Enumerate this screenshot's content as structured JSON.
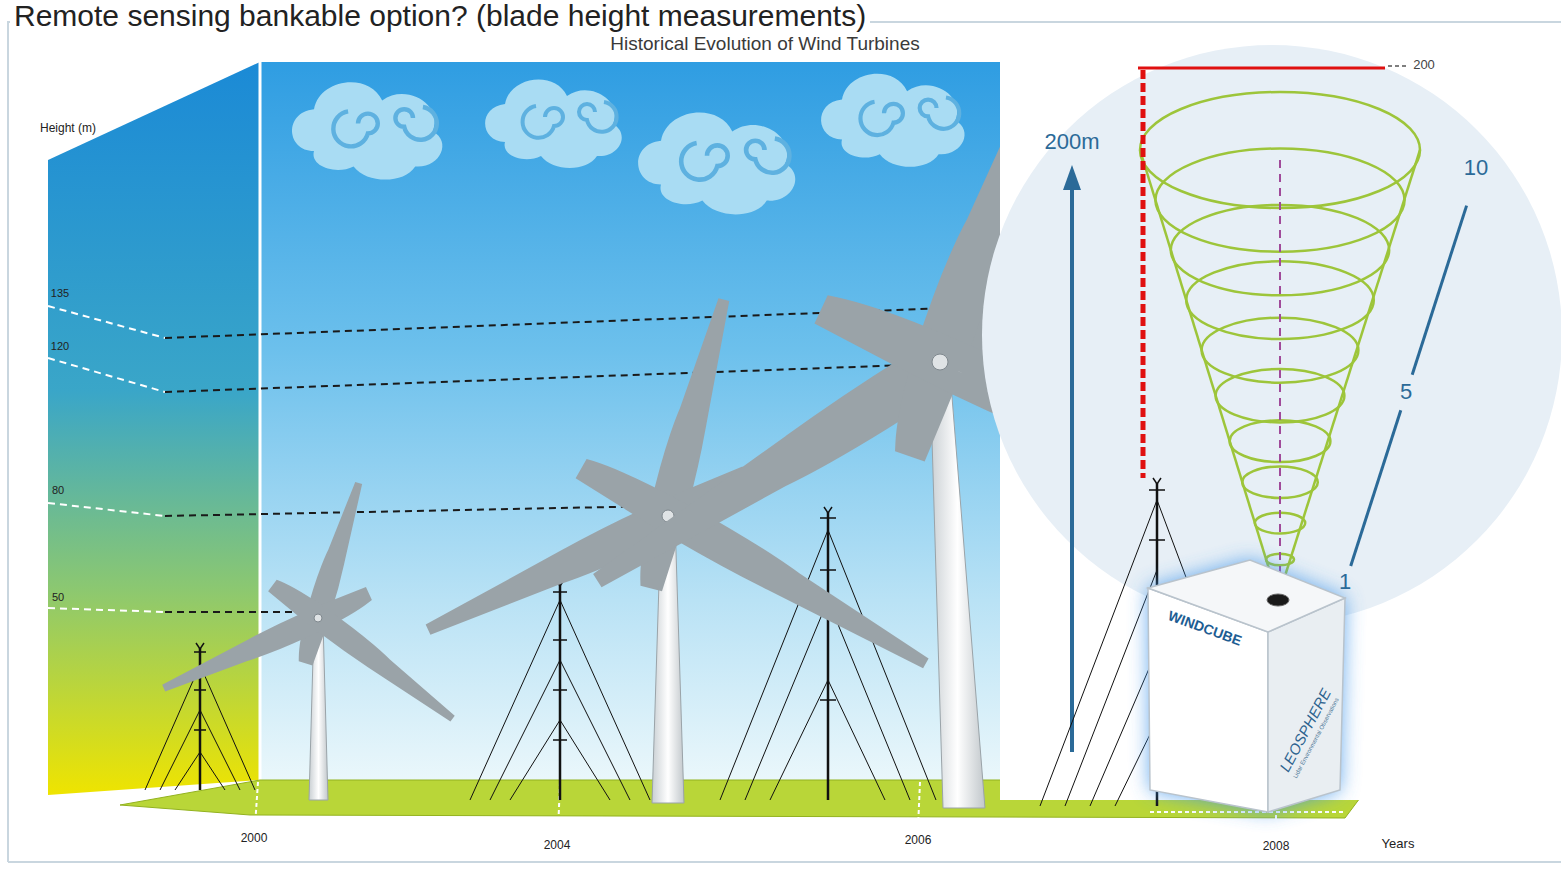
{
  "diagram": {
    "title": "Remote sensing bankable option? (blade height measurements)",
    "labels": [
      "Historical Evolution of Wind Turbines",
      "Height (m)",
      "135",
      "120",
      "80",
      "50",
      "2000",
      "2004",
      "2006",
      "2008",
      "Years",
      "200m",
      "10",
      "5",
      "1",
      "200",
      "WINDCUBE",
      "LEOSPHERE",
      "Lidar Environmental Observations"
    ]
  }
}
